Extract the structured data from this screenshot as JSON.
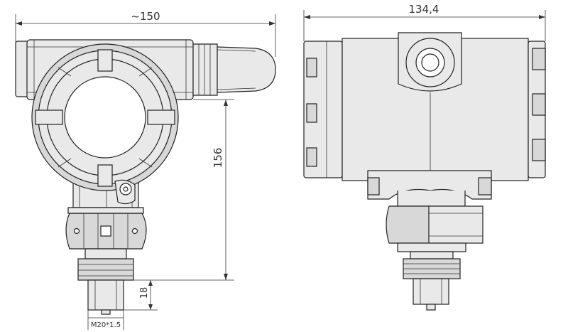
{
  "dimensions": {
    "front_width": "~150",
    "side_width": "134,4",
    "height": "156",
    "fitting_length": "18",
    "thread": "M20*1.5"
  }
}
